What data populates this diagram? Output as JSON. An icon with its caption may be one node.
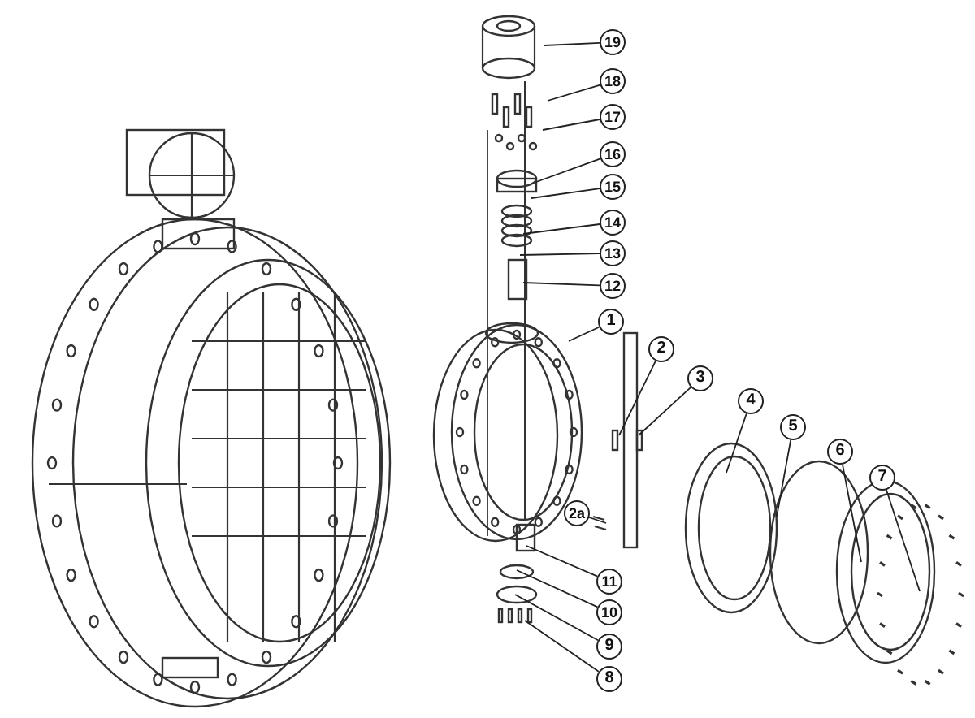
{
  "diagram": {
    "nodes": [
      {
        "text": [
          "19"
        ]
      },
      {
        "text": [
          "18"
        ]
      },
      {
        "text": [
          "17"
        ]
      },
      {
        "text": [
          "16"
        ]
      },
      {
        "text": [
          "15"
        ]
      },
      {
        "text": [
          "14"
        ]
      },
      {
        "text": [
          "13"
        ]
      },
      {
        "text": [
          "12"
        ]
      },
      {
        "text": [
          "1"
        ]
      },
      {
        "text": [
          "2"
        ]
      },
      {
        "text": [
          "3"
        ]
      },
      {
        "text": [
          "4"
        ]
      },
      {
        "text": [
          "5"
        ]
      },
      {
        "text": [
          "6"
        ]
      },
      {
        "text": [
          "7"
        ]
      },
      {
        "text": [
          "2a"
        ]
      },
      {
        "text": [
          "11"
        ]
      },
      {
        "text": [
          "10"
        ]
      },
      {
        "text": [
          "9"
        ]
      },
      {
        "text": [
          "8"
        ]
      }
    ],
    "edges": [
      {
        "from": 0,
        "to": null,
        "arrow": "none"
      },
      {
        "from": 1,
        "to": null,
        "arrow": "none"
      },
      {
        "from": 2,
        "to": null,
        "arrow": "none"
      },
      {
        "from": 3,
        "to": null,
        "arrow": "none"
      },
      {
        "from": 4,
        "to": null,
        "arrow": "none"
      },
      {
        "from": 5,
        "to": null,
        "arrow": "none"
      },
      {
        "from": 6,
        "to": null,
        "arrow": "none"
      },
      {
        "from": 7,
        "to": null,
        "arrow": "none"
      },
      {
        "from": 8,
        "to": null,
        "arrow": "none"
      },
      {
        "from": 9,
        "to": null,
        "arrow": "none"
      },
      {
        "from": 10,
        "to": null,
        "arrow": "none"
      },
      {
        "from": 11,
        "to": null,
        "arrow": "none"
      },
      {
        "from": 12,
        "to": null,
        "arrow": "none"
      },
      {
        "from": 13,
        "to": null,
        "arrow": "none"
      },
      {
        "from": 14,
        "to": null,
        "arrow": "none"
      },
      {
        "from": 15,
        "to": null,
        "arrow": "none"
      },
      {
        "from": 16,
        "to": null,
        "arrow": "none"
      },
      {
        "from": 17,
        "to": null,
        "arrow": "none"
      },
      {
        "from": 18,
        "to": null,
        "arrow": "none"
      },
      {
        "from": 19,
        "to": null,
        "arrow": "none"
      }
    ]
  }
}
